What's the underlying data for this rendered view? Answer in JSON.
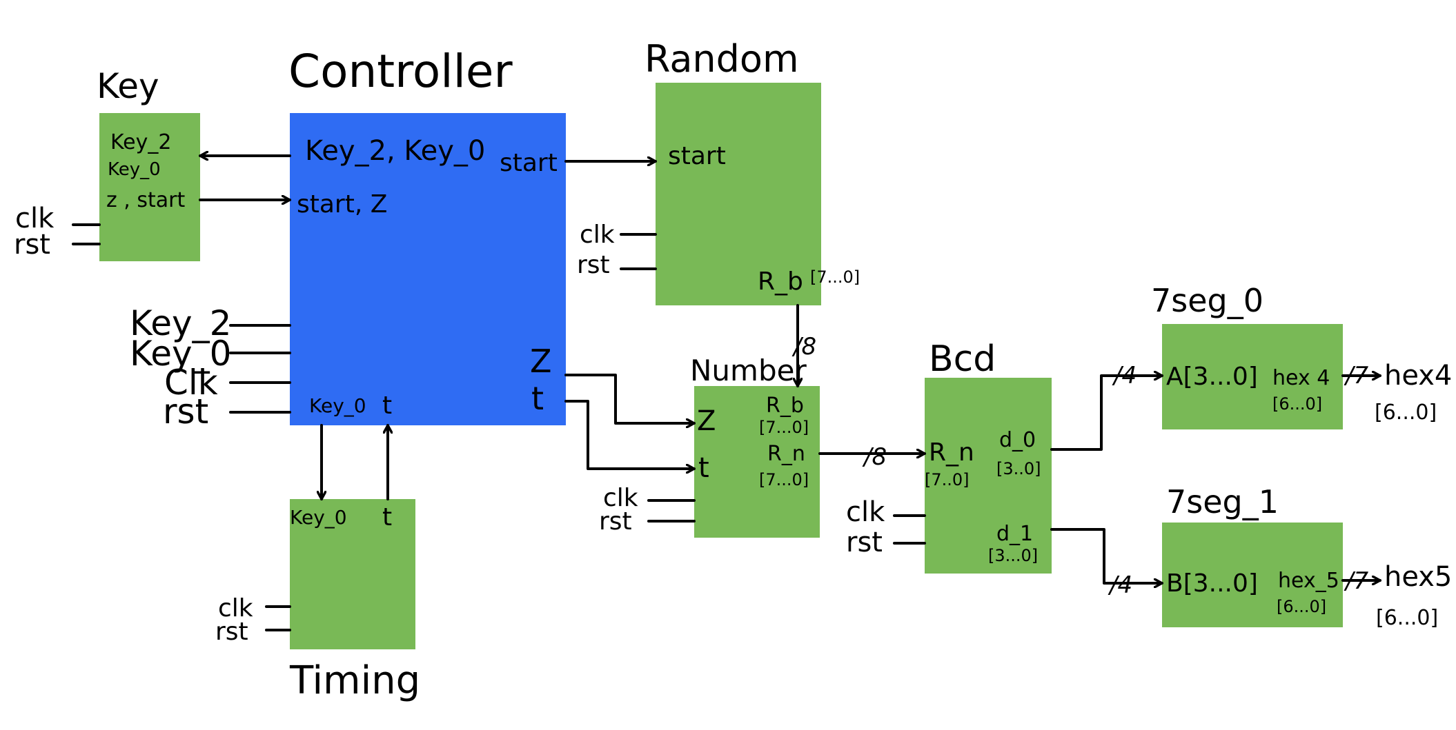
{
  "colors": {
    "module_green": "#79b956",
    "controller_blue": "#2f6cf3",
    "wire": "#000000",
    "background": "#ffffff"
  },
  "modules": {
    "key": {
      "title": "Key",
      "ports": {
        "key_2": "Key_2",
        "key_0": "Key_0",
        "z_start": "z , start",
        "clk": "clk",
        "rst": "rst"
      }
    },
    "controller": {
      "title": "Controller",
      "ports": {
        "keys": "Key_2, Key_0",
        "start_z": "start, Z",
        "start": "start",
        "z": "Z",
        "t": "t",
        "key_0": "Key_0",
        "t_in": "t"
      }
    },
    "controller_inputs": {
      "key_2": "Key_2",
      "key_0": "Key_0",
      "clk": "Clk",
      "rst": "rst"
    },
    "random": {
      "title": "Random",
      "ports": {
        "start": "start",
        "clk": "clk",
        "rst": "rst",
        "r_b": "R_b",
        "r_b_range": "[7...0]"
      }
    },
    "timing": {
      "title": "Timing",
      "ports": {
        "key_0": "Key_0",
        "t": "t",
        "clk": "clk",
        "rst": "rst"
      }
    },
    "number": {
      "title": "Number",
      "ports": {
        "z": "Z",
        "t": "t",
        "r_b": "R_b",
        "r_b_range": "[7...0]",
        "r_n": "R_n",
        "r_n_range": "[7...0]",
        "clk": "clk",
        "rst": "rst"
      }
    },
    "bcd": {
      "title": "Bcd",
      "ports": {
        "r_n": "R_n",
        "r_n_range": "[7..0]",
        "d_0": "d_0",
        "d_0_range": "[3..0]",
        "d_1": "d_1",
        "d_1_range": "[3...0]",
        "clk": "clk",
        "rst": "rst"
      }
    },
    "seg0": {
      "title": "7seg_0",
      "ports": {
        "a": "A[3...0]",
        "hex": "hex 4",
        "hex_range": "[6...0]"
      },
      "output": "hex4",
      "output_range": "[6...0]"
    },
    "seg1": {
      "title": "7seg_1",
      "ports": {
        "b": "B[3...0]",
        "hex": "hex_5",
        "hex_range": "[6...0]"
      },
      "output": "hex5",
      "output_range": "[6...0]"
    }
  },
  "bus_widths": {
    "rb_to_number": "/8",
    "number_to_bcd": "/8",
    "d0_to_seg0": "/4",
    "d1_to_seg1": "/4",
    "seg0_out": "/7",
    "seg1_out": "/7"
  }
}
